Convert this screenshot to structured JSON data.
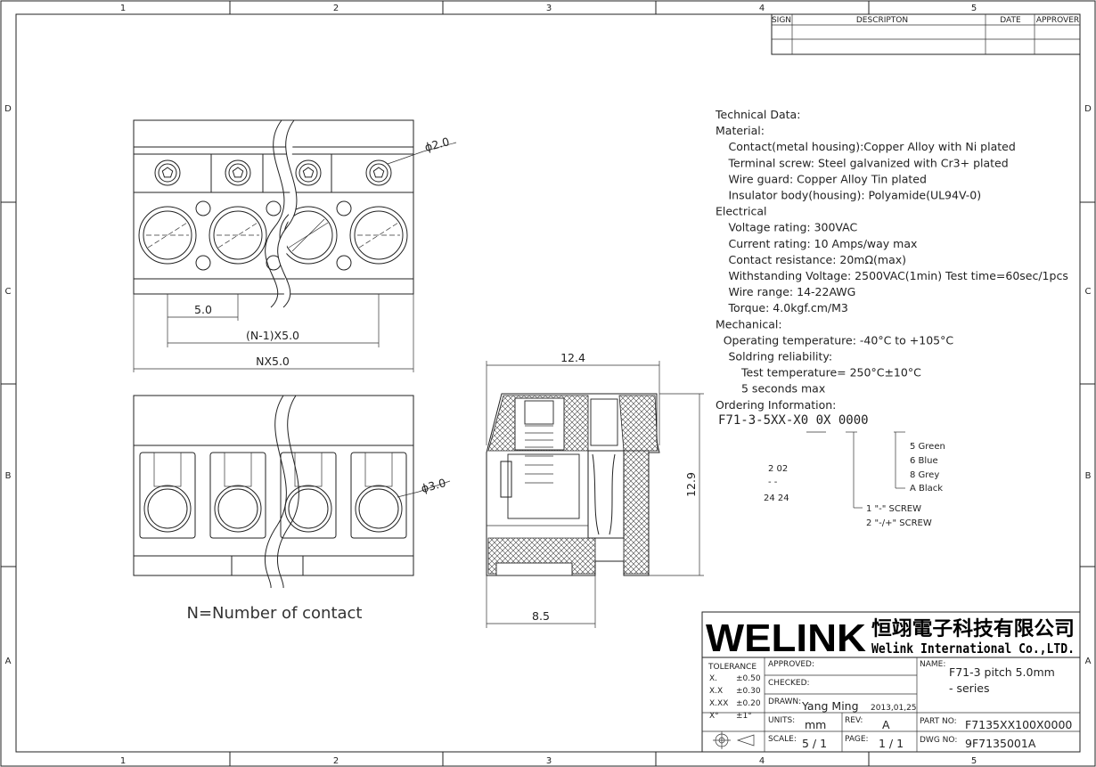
{
  "border": {
    "cols": [
      "1",
      "2",
      "3",
      "4",
      "5"
    ],
    "rows": [
      "D",
      "C",
      "B",
      "A"
    ]
  },
  "revision_table": {
    "headers": [
      "SIGN",
      "DESCRIPTON",
      "DATE",
      "APPROVER"
    ]
  },
  "top_view": {
    "dim_pitch": "5.0",
    "dim_n1": "(N-1)X5.0",
    "dim_n": "NX5.0",
    "screw_dia": "ϕ2.0"
  },
  "front_view": {
    "hole_dia": "ϕ3.0",
    "note": "N=Number of contact"
  },
  "side_view": {
    "width": "12.4",
    "height": "12.9",
    "depth": "8.5"
  },
  "technical_data": {
    "lines": [
      {
        "indent": 0,
        "text": "Technical Data:"
      },
      {
        "indent": 0,
        "text": "Material:"
      },
      {
        "indent": 1,
        "text": "Contact(metal housing):Copper Alloy with Ni plated"
      },
      {
        "indent": 1,
        "text": "Terminal screw: Steel galvanized with Cr3+ plated"
      },
      {
        "indent": 1,
        "text": "Wire guard: Copper Alloy Tin plated"
      },
      {
        "indent": 1,
        "text": "Insulator body(housing): Polyamide(UL94V-0)"
      },
      {
        "indent": 0,
        "text": "Electrical"
      },
      {
        "indent": 1,
        "text": "Voltage rating: 300VAC"
      },
      {
        "indent": 1,
        "text": "Current rating: 10 Amps/way max"
      },
      {
        "indent": 1,
        "text": "Contact resistance: 20mΩ(max)"
      },
      {
        "indent": 1,
        "text": "Withstanding Voltage: 2500VAC(1min) Test time=60sec/1pcs"
      },
      {
        "indent": 1,
        "text": "Wire range: 14-22AWG"
      },
      {
        "indent": 1,
        "text": "Torque: 4.0kgf.cm/M3"
      },
      {
        "indent": 0,
        "text": "Mechanical:"
      },
      {
        "indent": 0.6,
        "text": "Operating temperature: -40°C to +105°C"
      },
      {
        "indent": 1,
        "text": "Soldring reliability:"
      },
      {
        "indent": 2,
        "text": "Test temperature= 250°C±10°C"
      },
      {
        "indent": 2,
        "text": "5 seconds max"
      },
      {
        "indent": 0,
        "text": "Ordering Information:"
      }
    ]
  },
  "ordering": {
    "code": "F71-3-5XX-X0 0X 0000",
    "poles_top": "2   02",
    "poles_mid": "-   -",
    "poles_bot": "24  24",
    "colors": [
      "5  Green",
      "6  Blue",
      "8  Grey",
      "A  Black"
    ],
    "screws": [
      "1  \"-\" SCREW",
      "2  \"-/+\" SCREW"
    ]
  },
  "title_block": {
    "logo": "WELINK",
    "company_cn": "恒翊電子科技有限公司",
    "company_en": "Welink International Co.,LTD.",
    "tolerance_label": "TOLERANCE",
    "tolerances": [
      {
        "k": "X.",
        "v": "±0.50"
      },
      {
        "k": "X.X",
        "v": "±0.30"
      },
      {
        "k": "X.XX",
        "v": "±0.20"
      },
      {
        "k": "X°",
        "v": "±1°"
      }
    ],
    "approved_label": "APPROVED:",
    "checked_label": "CHECKED:",
    "drawn_label": "DRAWN:",
    "drawn_by": "Yang Ming",
    "drawn_date": "2013,01,25",
    "units_label": "UNITS:",
    "units": "mm",
    "rev_label": "REV:",
    "rev": "A",
    "scale_label": "SCALE:",
    "scale": "5 / 1",
    "page_label": "PAGE:",
    "page": "1 / 1",
    "name_label": "NAME:",
    "name_line1": "F71-3 pitch 5.0mm",
    "name_line2": "- series",
    "partno_label": "PART NO:",
    "partno": "F7135XX100X0000",
    "dwgno_label": "DWG NO:",
    "dwgno": "9F7135001A"
  }
}
